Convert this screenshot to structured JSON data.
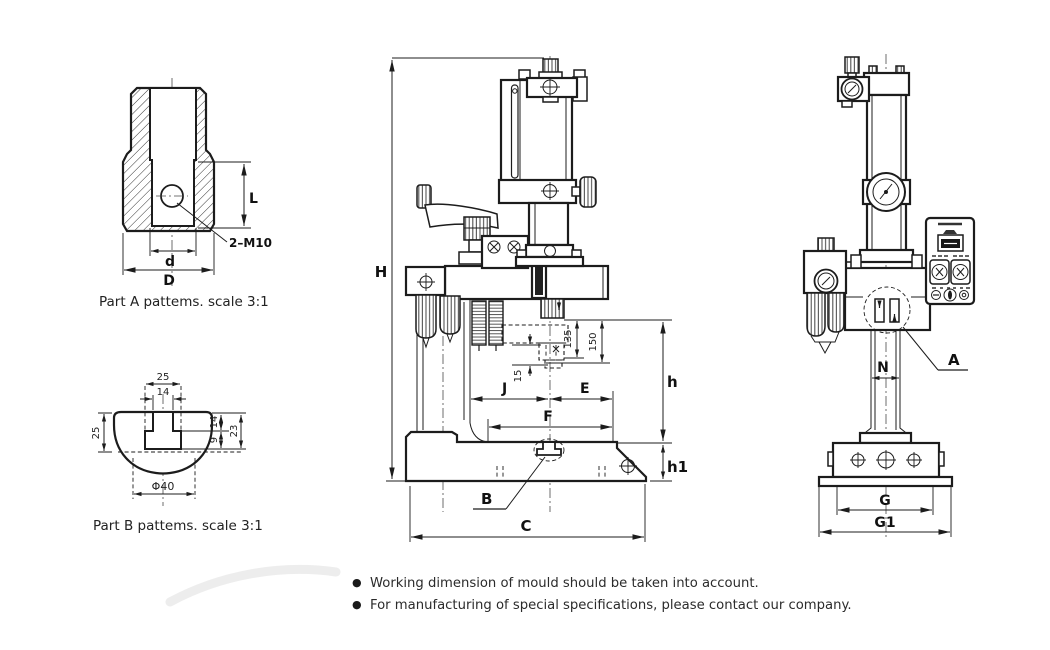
{
  "part_a": {
    "caption": "Part A pattems. scale 3:1",
    "dim_L": "L",
    "dim_d": "d",
    "dim_D": "D",
    "hole_label": "2–M10"
  },
  "part_b": {
    "caption": "Part B pattems. scale 3:1",
    "dim_top_width": "25",
    "dim_slot_width": "14",
    "dim_left_depth": "25",
    "dim_neck_depth": "14",
    "dim_foot_depth": "9",
    "dim_total_depth": "23",
    "dim_diameter": "Φ40"
  },
  "front_view": {
    "dim_H": "H",
    "dim_135": "135",
    "dim_150": "150",
    "dim_15": "15",
    "dim_h": "h",
    "dim_h1": "h1",
    "dim_J": "J",
    "dim_E": "E",
    "dim_F": "F",
    "dim_C": "C",
    "label_B": "B"
  },
  "side_view": {
    "dim_N": "N",
    "label_A": "A",
    "dim_G": "G",
    "dim_G1": "G1"
  },
  "notes": {
    "bullet": "●",
    "items": [
      "Working dimension of mould should be taken into account.",
      "For manufacturing of special specifications, please contact our company."
    ]
  },
  "colors": {
    "line": "#1c1c1c",
    "background": "#ffffff"
  }
}
